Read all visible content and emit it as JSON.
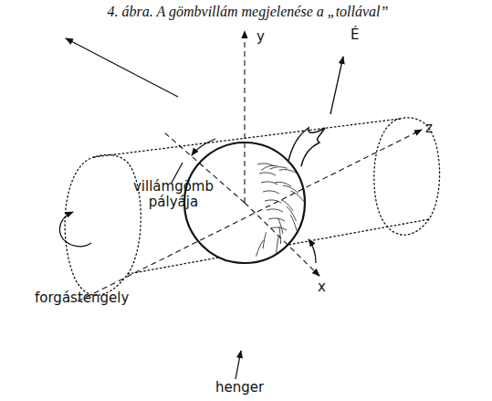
{
  "diagram": {
    "caption": "4. ábra. A gömbvillám megjelenése a „tollával”",
    "labels": [
      "y",
      "É",
      "villámgömb pályája",
      "z",
      "forgástengely",
      "x",
      "henger"
    ]
  }
}
